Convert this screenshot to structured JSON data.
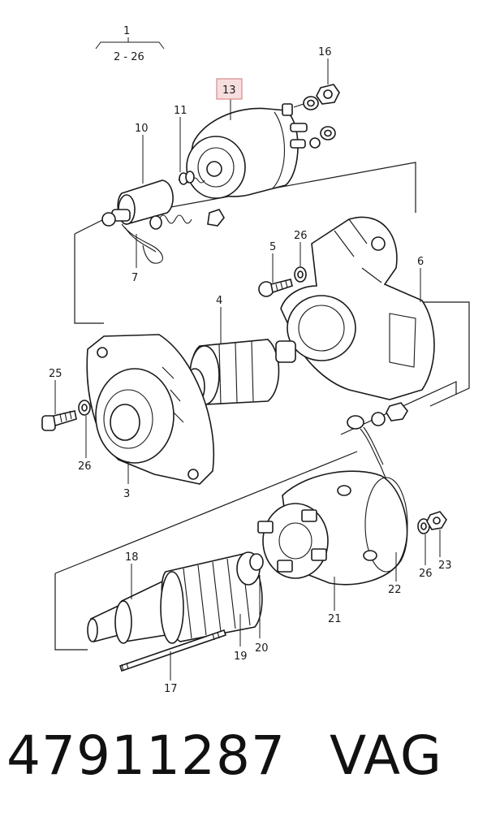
{
  "diagram": {
    "group": {
      "number": "1",
      "range": "2 - 26"
    },
    "highlighted_callout": "13",
    "callouts": {
      "c16": "16",
      "c13": "13",
      "c11": "11",
      "c10": "10",
      "c7": "7",
      "c5": "5",
      "c26a": "26",
      "c6": "6",
      "c4": "4",
      "c25": "25",
      "c26b": "26",
      "c3": "3",
      "c18": "18",
      "c21": "21",
      "c22": "22",
      "c26c": "26",
      "c23": "23",
      "c19": "19",
      "c20": "20",
      "c17": "17"
    },
    "highlight_color": "#f7dede"
  },
  "footer": {
    "part_number": "47911287",
    "brand": "VAG"
  }
}
